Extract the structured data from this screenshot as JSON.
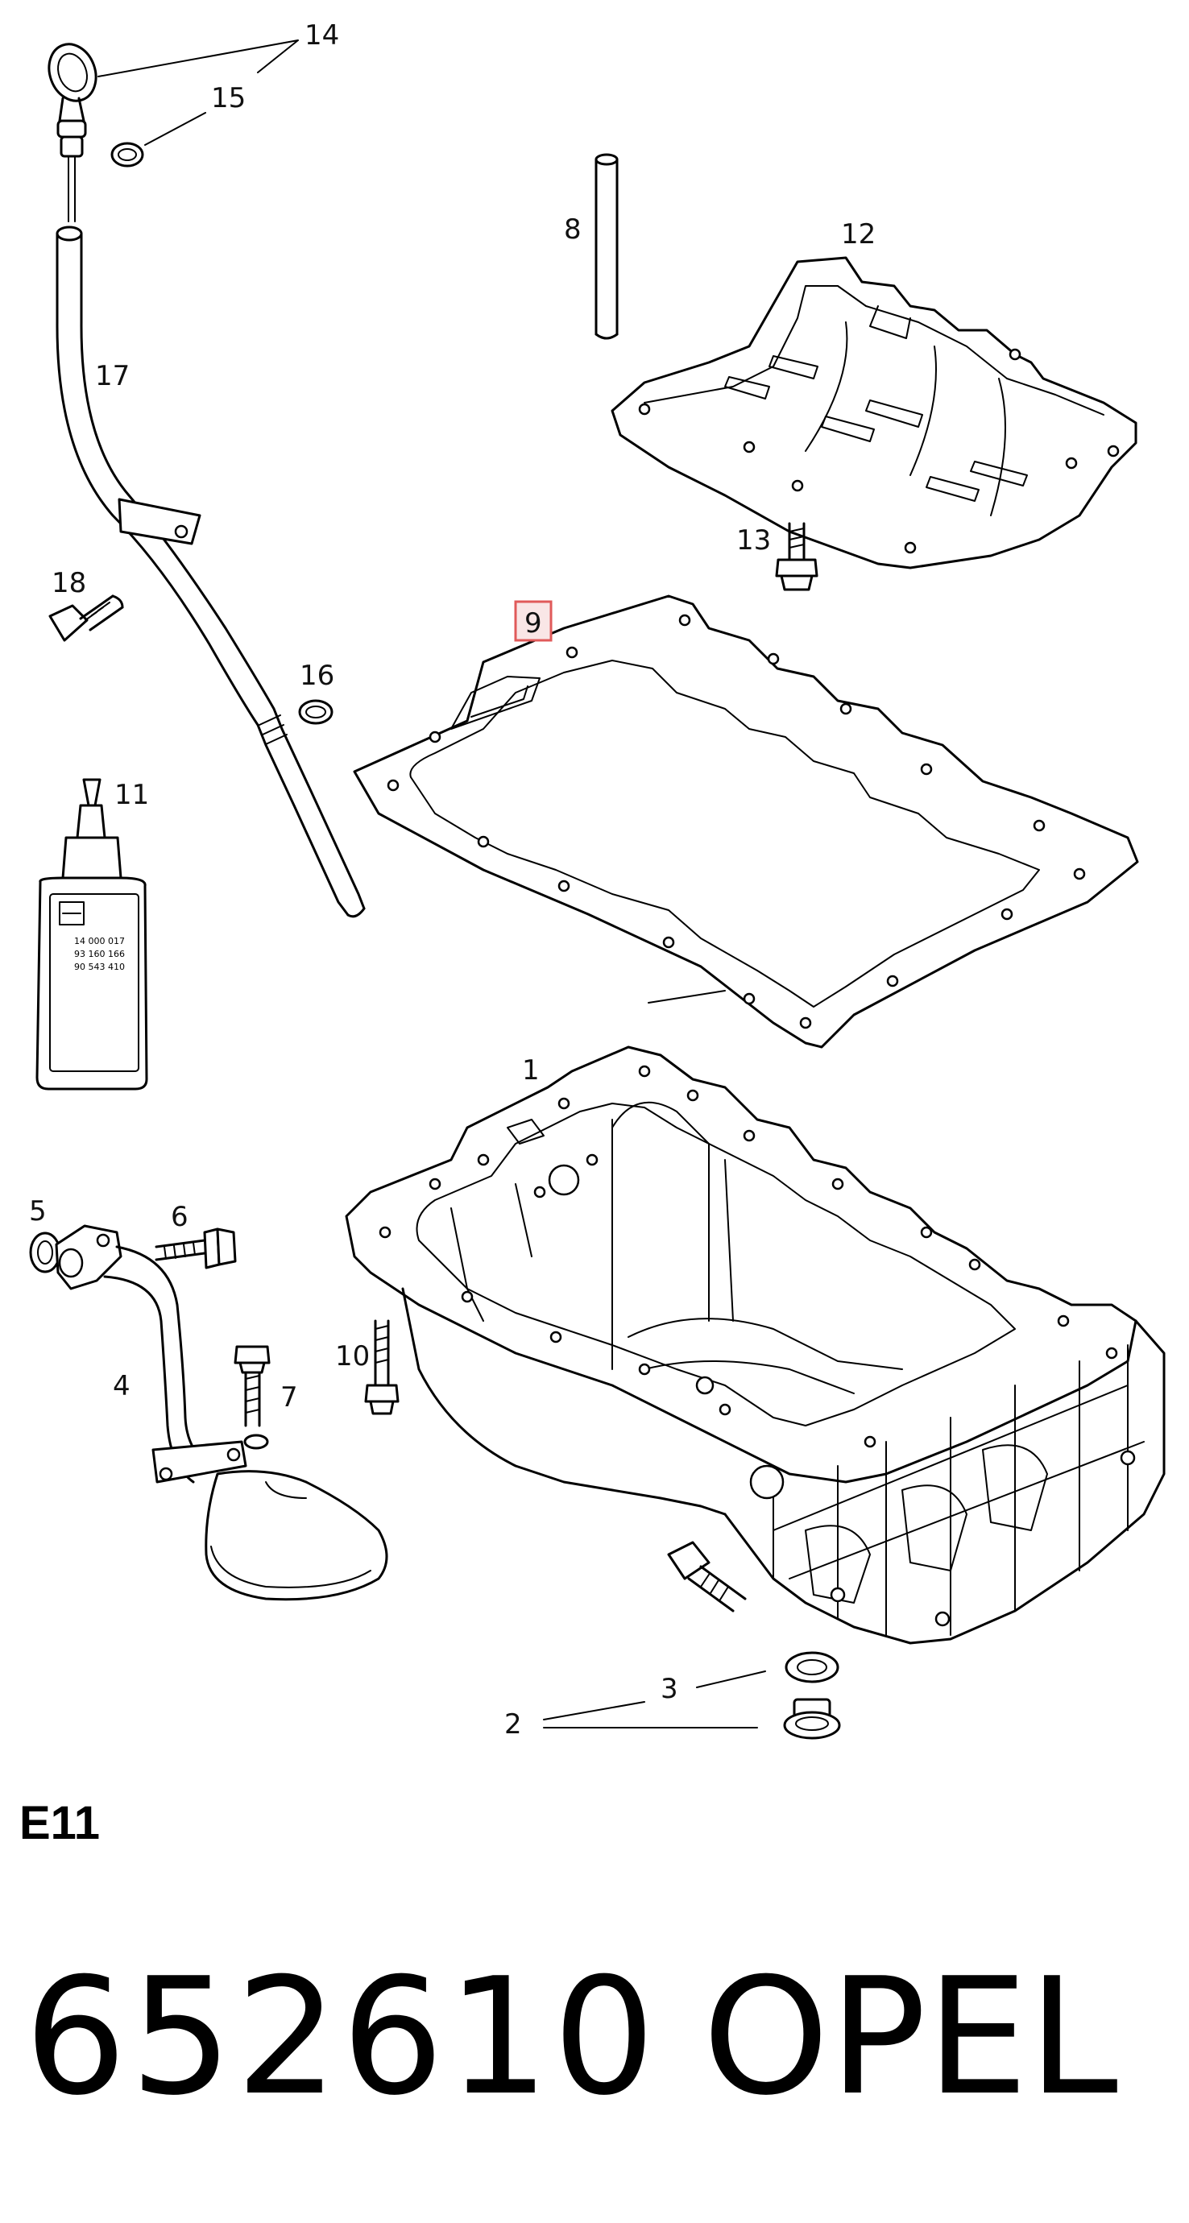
{
  "diagram": {
    "part_labels": {
      "p1": "1",
      "p2": "2",
      "p3": "3",
      "p4": "4",
      "p5": "5",
      "p6": "6",
      "p7": "7",
      "p8": "8",
      "p9": "9",
      "p10": "10",
      "p11": "11",
      "p12": "12",
      "p13": "13",
      "p14": "14",
      "p15": "15",
      "p16": "16",
      "p17": "17",
      "p18": "18"
    },
    "highlighted_part": "9",
    "highlight_color": "#e05a5a",
    "bottle_label_text": [
      "14 000 017",
      "93 160 166",
      "90 543 410"
    ]
  },
  "section_code": "E11",
  "part_number": "652610",
  "brand": "OPEL"
}
